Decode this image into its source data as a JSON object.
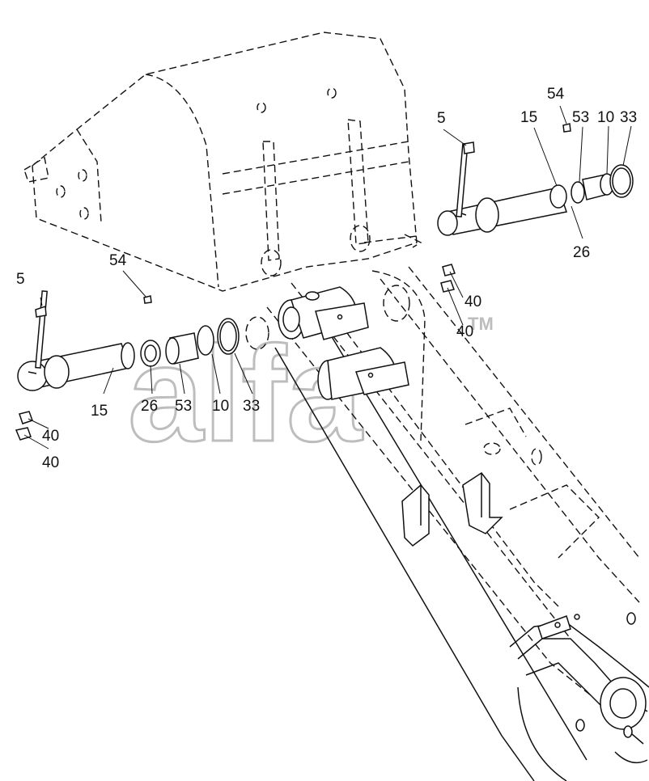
{
  "watermark": {
    "text": "alfa",
    "trademark": "TM"
  },
  "callouts": [
    {
      "id": "c-left-5",
      "text": "5"
    },
    {
      "id": "c-left-54",
      "text": "54"
    },
    {
      "id": "c-left-15",
      "text": "15"
    },
    {
      "id": "c-left-26",
      "text": "26"
    },
    {
      "id": "c-left-53",
      "text": "53"
    },
    {
      "id": "c-left-10",
      "text": "10"
    },
    {
      "id": "c-left-33",
      "text": "33"
    },
    {
      "id": "c-left-40a",
      "text": "40"
    },
    {
      "id": "c-left-40b",
      "text": "40"
    },
    {
      "id": "c-right-5",
      "text": "5"
    },
    {
      "id": "c-right-54",
      "text": "54"
    },
    {
      "id": "c-right-15",
      "text": "15"
    },
    {
      "id": "c-right-53",
      "text": "53"
    },
    {
      "id": "c-right-10",
      "text": "10"
    },
    {
      "id": "c-right-33",
      "text": "33"
    },
    {
      "id": "c-right-26",
      "text": "26"
    },
    {
      "id": "c-right-40a",
      "text": "40"
    },
    {
      "id": "c-right-40b",
      "text": "40"
    }
  ]
}
